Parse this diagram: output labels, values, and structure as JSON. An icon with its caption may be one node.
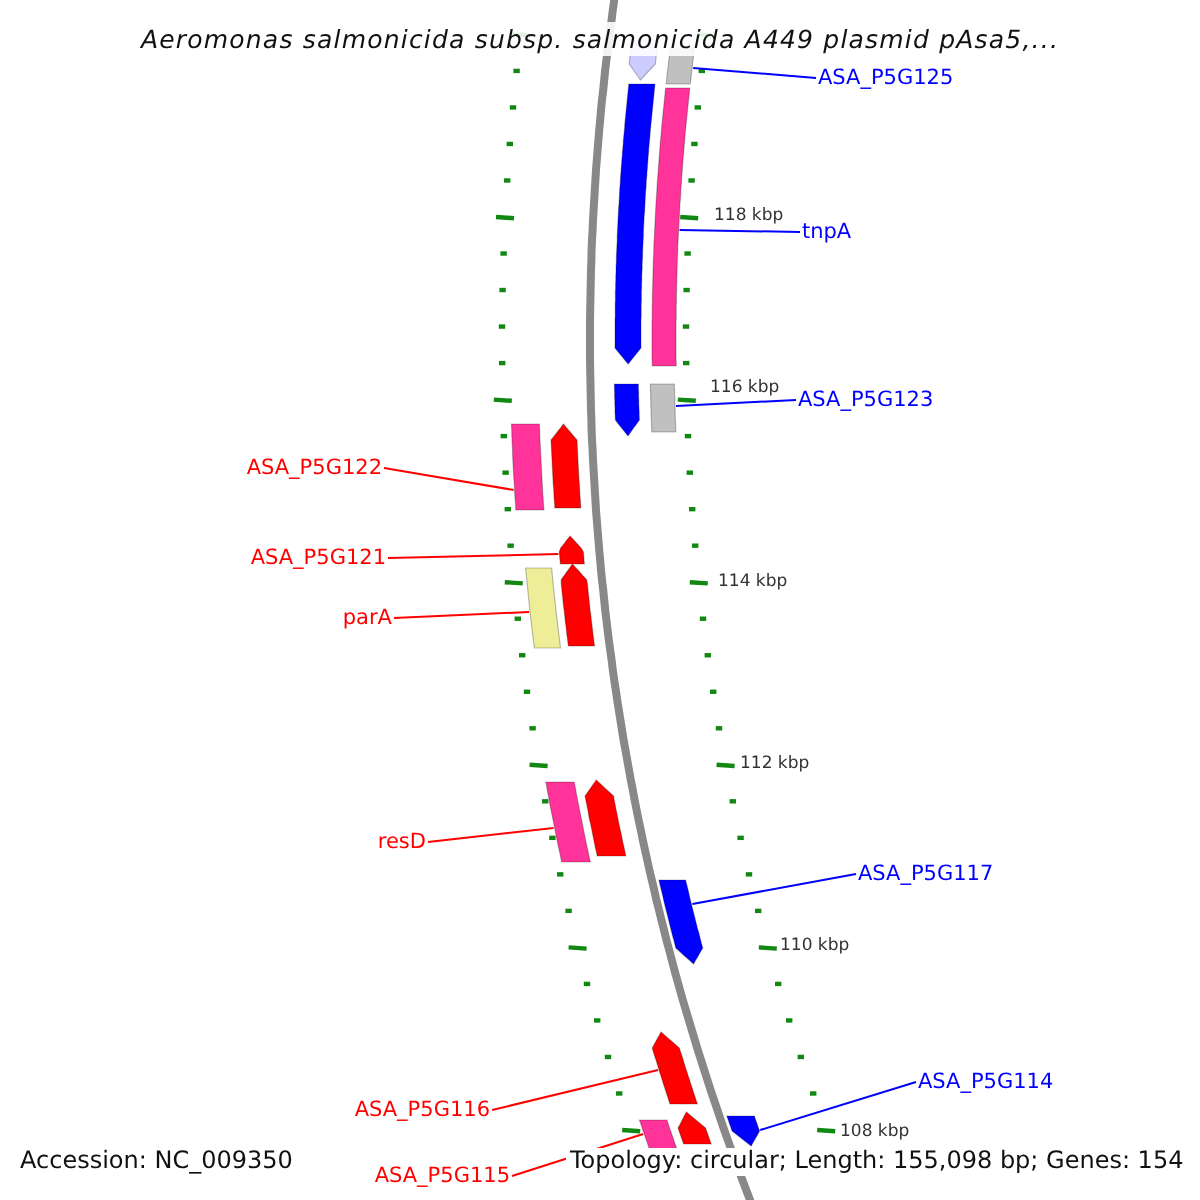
{
  "diagram": {
    "title": "Aeromonas salmonicida subsp. salmonicida A449 plasmid pAsa5,...",
    "nodes": [
      {
        "text": [
          "ASA_P5G125"
        ]
      },
      {
        "text": [
          "tnpA"
        ]
      },
      {
        "text": [
          "ASA_P5G123"
        ]
      },
      {
        "text": [
          "ASA_P5G122"
        ]
      },
      {
        "text": [
          "ASA_P5G121"
        ]
      },
      {
        "text": [
          "parA"
        ]
      },
      {
        "text": [
          "resD"
        ]
      },
      {
        "text": [
          "ASA_P5G117"
        ]
      },
      {
        "text": [
          "ASA_P5G114"
        ]
      },
      {
        "text": [
          "ASA_P5G116"
        ]
      },
      {
        "text": [
          "ASA_P5G115"
        ]
      },
      {
        "text": [],
        "shape": "bar"
      },
      {
        "text": [],
        "shape": "bar"
      },
      {
        "text": [],
        "shape": "bar"
      },
      {
        "text": [],
        "shape": "bar"
      },
      {
        "text": [],
        "shape": "arrow"
      },
      {
        "text": [],
        "shape": "bar"
      },
      {
        "text": [],
        "shape": "bar"
      },
      {
        "text": [],
        "shape": "arrow"
      },
      {
        "text": [],
        "shape": "arrow"
      },
      {
        "text": [],
        "shape": "arrow"
      },
      {
        "text": [],
        "shape": "bar"
      },
      {
        "text": [],
        "shape": "arrow"
      },
      {
        "text": [],
        "shape": "arrow"
      },
      {
        "text": [],
        "shape": "arrow"
      },
      {
        "text": [],
        "shape": "arrow"
      },
      {
        "text": [],
        "shape": "arrow"
      },
      {
        "text": [],
        "shape": "arrow"
      },
      {
        "text": [],
        "shape": "arrow"
      }
    ],
    "edges": [
      {
        "from": 0,
        "to": 11,
        "arrow": "none",
        "color": "#0000ff"
      },
      {
        "from": 1,
        "to": 12,
        "arrow": "none",
        "color": "#0000ff"
      },
      {
        "from": 2,
        "to": 13,
        "arrow": "none",
        "color": "#0000ff"
      },
      {
        "from": 3,
        "to": 14,
        "arrow": "none"
      },
      {
        "from": 4,
        "to": 15,
        "arrow": "none"
      },
      {
        "from": 5,
        "to": 16,
        "arrow": "none"
      },
      {
        "from": 6,
        "to": 17,
        "arrow": "none"
      },
      {
        "from": 7,
        "to": 18,
        "arrow": "none",
        "color": "#0000ff"
      },
      {
        "from": 8,
        "to": 19,
        "arrow": "none",
        "color": "#0000ff"
      },
      {
        "from": 9,
        "to": 20,
        "arrow": "none"
      },
      {
        "from": 10,
        "to": 21,
        "arrow": "none"
      }
    ],
    "labels": [
      "118 kbp",
      "116 kbp",
      "114 kbp",
      "112 kbp",
      "110 kbp",
      "108 kbp",
      "Accession: NC_009350",
      "Topology: circular; Length: 155,098 bp; Genes: 154"
    ]
  }
}
